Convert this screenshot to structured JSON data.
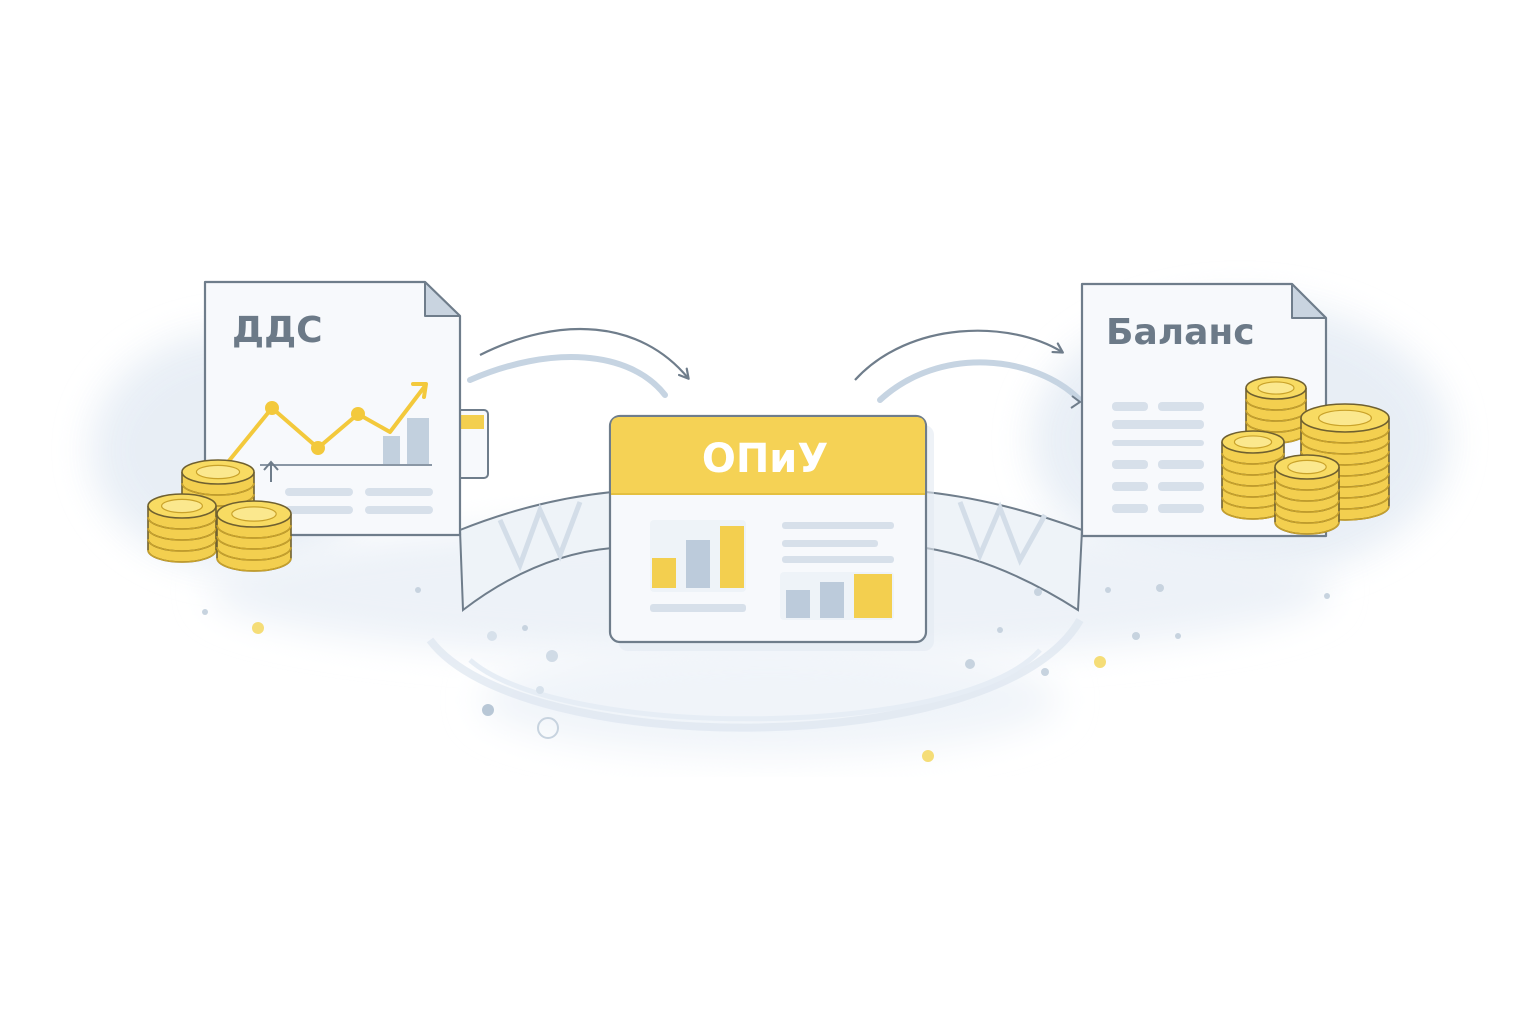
{
  "nodes": {
    "dds": {
      "label": "ДДС"
    },
    "opiu": {
      "label": "ОПиУ"
    },
    "balance": {
      "label": "Баланс"
    }
  },
  "edges": [
    {
      "from": "dds",
      "to": "opiu"
    },
    {
      "from": "opiu",
      "to": "balance"
    }
  ],
  "colors": {
    "gold": "#f3cf4f",
    "gold_dark": "#c9a22a",
    "header_yellow": "#f5d255",
    "doc_fill": "#f7f9fc",
    "stroke": "#6f7d8b",
    "muted_bar": "#bccbdb",
    "line_gray": "#d7e0ea",
    "mist": "#e6edf5"
  },
  "icons": {
    "dds": [
      "document-icon",
      "line-chart-icon",
      "bar-chart-icon",
      "coins-icon"
    ],
    "opiu": [
      "report-card-icon",
      "bar-chart-icon"
    ],
    "balance": [
      "document-icon",
      "table-lines-icon",
      "coins-icon"
    ]
  }
}
